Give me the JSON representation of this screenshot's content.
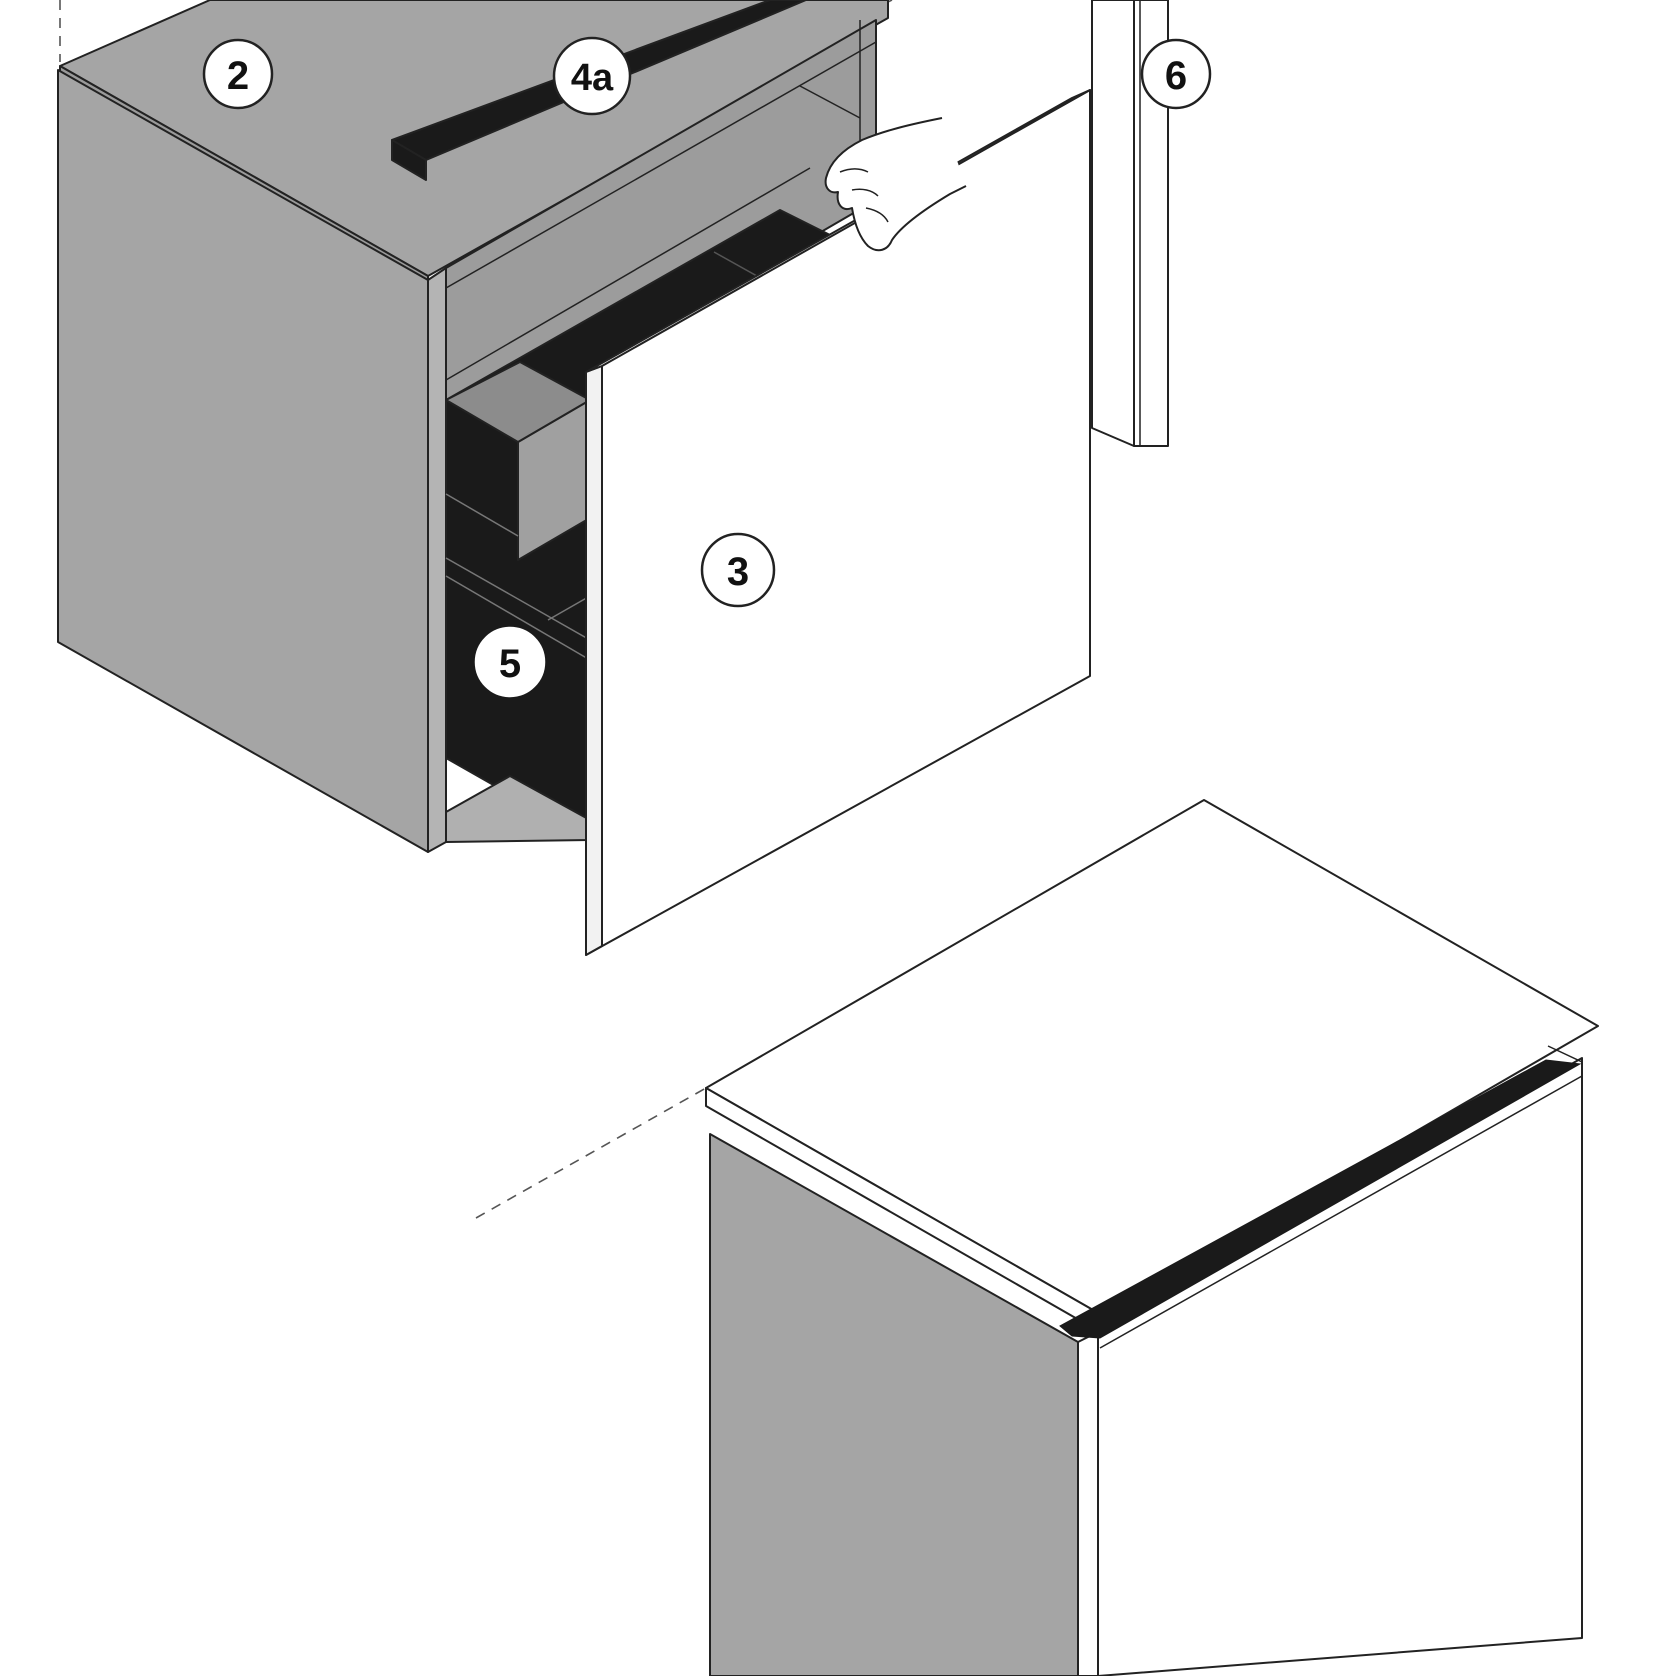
{
  "diagram": {
    "callouts": {
      "c2": "2",
      "c4a": "4a",
      "c3": "3",
      "c5": "5",
      "c6": "6"
    },
    "colors": {
      "cabinet_gray": "#a5a5a5",
      "cabinet_gray_dark": "#8f8f8f",
      "drawer_black": "#1a1a1a",
      "panel_white": "#ffffff",
      "line": "#222222"
    }
  }
}
